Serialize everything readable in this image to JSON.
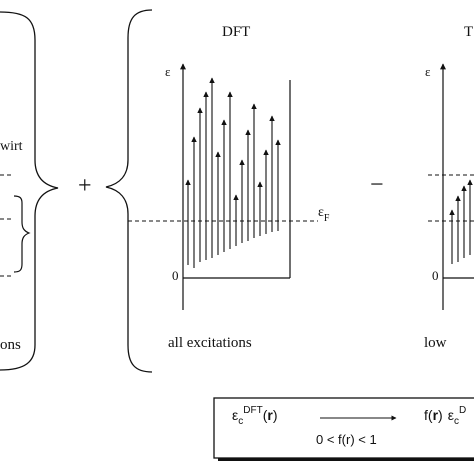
{
  "left_panel": {
    "label_wirt": "wirt",
    "label_ons": "ons"
  },
  "operators": {
    "plus": "+",
    "minus": "−"
  },
  "dft_panel": {
    "title": "DFT",
    "energy_axis": "ε",
    "fermi_symbol": "ε",
    "fermi_subscript": "F",
    "zero_label": "0",
    "caption": "all excitations"
  },
  "right_panel": {
    "title_fragment": "T",
    "energy_axis": "ε",
    "zero_label": "0",
    "caption_fragment": "low"
  },
  "formula_box": {
    "lhs_symbol": "ε",
    "lhs_sub": "c",
    "lhs_sup": "DFT",
    "lhs_arg_open": "(",
    "lhs_arg_bold": "r",
    "lhs_arg_close": ")",
    "condition": "0 < f(r) < 1",
    "rhs_f": "f(",
    "rhs_arg_bold": "r",
    "rhs_f_close": ")",
    "rhs_symbol": "ε",
    "rhs_sub": "c",
    "rhs_sup": "D"
  }
}
